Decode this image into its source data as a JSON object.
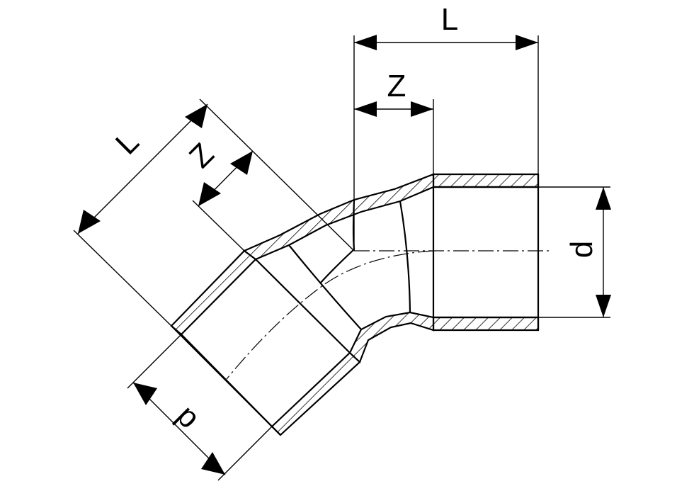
{
  "labels": {
    "length": "L",
    "insertion": "Z",
    "diameter": "d"
  },
  "colors": {
    "line": "#000000",
    "background": "#ffffff"
  }
}
